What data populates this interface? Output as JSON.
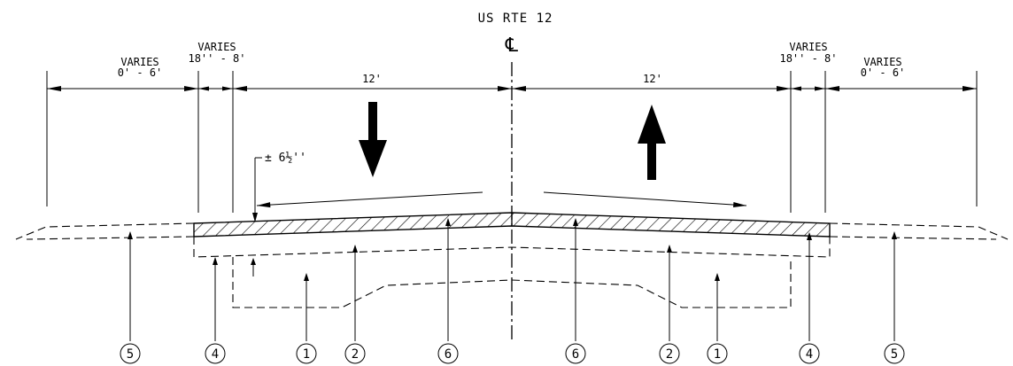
{
  "title": "US RTE 12",
  "centerline_symbol": "℄",
  "dimensions": {
    "left_shoulder": {
      "line1": "VARIES",
      "line2": "0' - 6'"
    },
    "left_offset": {
      "line1": "VARIES",
      "line2": "18'' - 8'"
    },
    "left_lane": "12'",
    "right_lane": "12'",
    "right_offset": {
      "line1": "VARIES",
      "line2": "18'' - 8'"
    },
    "right_shoulder": {
      "line1": "VARIES",
      "line2": "0' - 6'"
    }
  },
  "pavement_depth": "± 6½''",
  "direction_arrows": [
    "down",
    "up"
  ],
  "callouts": [
    "5",
    "4",
    "1",
    "2",
    "6",
    "6",
    "2",
    "1",
    "4",
    "5"
  ]
}
